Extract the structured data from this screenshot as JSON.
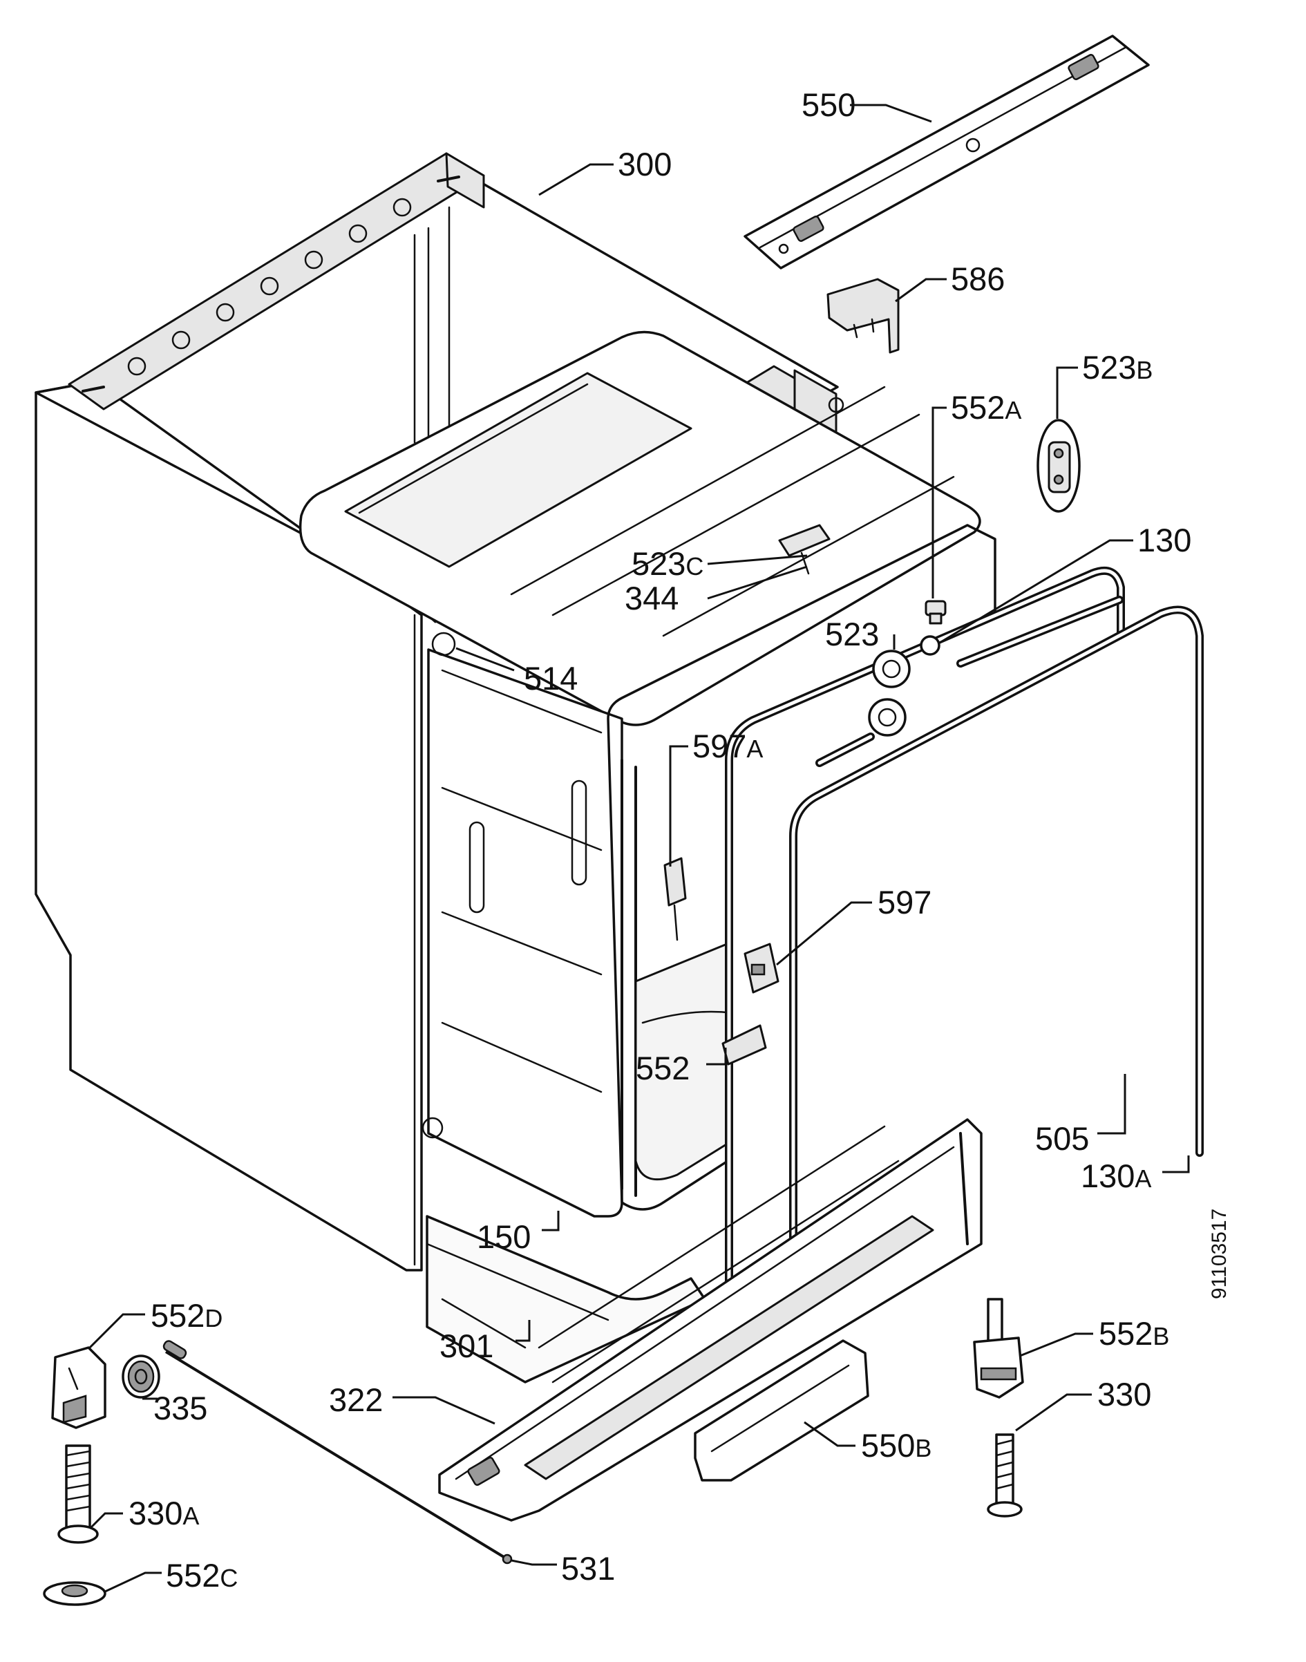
{
  "reference_number": "91103517",
  "callouts": [
    {
      "id": "550",
      "label": "550",
      "suffix": ""
    },
    {
      "id": "300",
      "label": "300",
      "suffix": ""
    },
    {
      "id": "586",
      "label": "586",
      "suffix": ""
    },
    {
      "id": "523B",
      "label": "523",
      "suffix": "B"
    },
    {
      "id": "552A",
      "label": "552",
      "suffix": "A"
    },
    {
      "id": "130",
      "label": "130",
      "suffix": ""
    },
    {
      "id": "523C",
      "label": "523",
      "suffix": "C"
    },
    {
      "id": "344",
      "label": "344",
      "suffix": ""
    },
    {
      "id": "523",
      "label": "523",
      "suffix": ""
    },
    {
      "id": "514",
      "label": "514",
      "suffix": ""
    },
    {
      "id": "597A",
      "label": "597",
      "suffix": "A"
    },
    {
      "id": "597",
      "label": "597",
      "suffix": ""
    },
    {
      "id": "552",
      "label": "552",
      "suffix": ""
    },
    {
      "id": "505",
      "label": "505",
      "suffix": ""
    },
    {
      "id": "130A",
      "label": "130",
      "suffix": "A"
    },
    {
      "id": "150",
      "label": "150",
      "suffix": ""
    },
    {
      "id": "552D",
      "label": "552",
      "suffix": "D"
    },
    {
      "id": "301",
      "label": "301",
      "suffix": ""
    },
    {
      "id": "552B",
      "label": "552",
      "suffix": "B"
    },
    {
      "id": "335",
      "label": "335",
      "suffix": ""
    },
    {
      "id": "322",
      "label": "322",
      "suffix": ""
    },
    {
      "id": "330",
      "label": "330",
      "suffix": ""
    },
    {
      "id": "550B",
      "label": "550",
      "suffix": "B"
    },
    {
      "id": "330A",
      "label": "330",
      "suffix": "A"
    },
    {
      "id": "531",
      "label": "531",
      "suffix": ""
    },
    {
      "id": "552C",
      "label": "552",
      "suffix": "C"
    }
  ]
}
